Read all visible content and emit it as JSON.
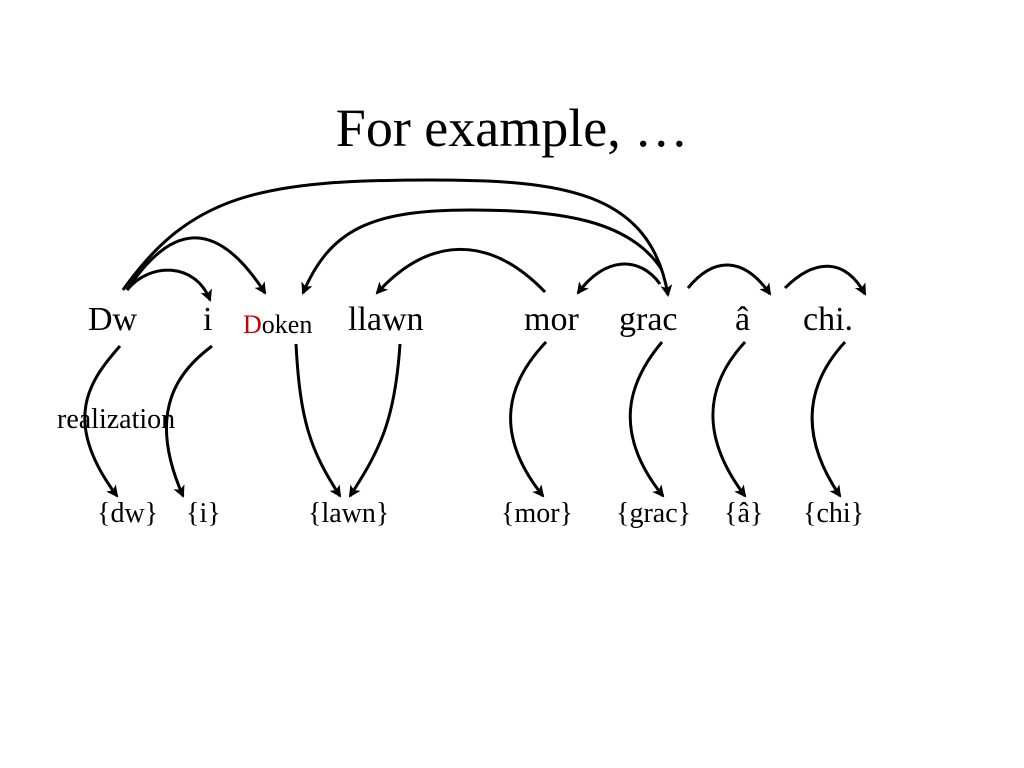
{
  "slide": {
    "title": "For example, …"
  },
  "words": [
    {
      "id": "w1",
      "text": "Dw"
    },
    {
      "id": "w2",
      "text": "i"
    },
    {
      "id": "w3",
      "text_red": "D",
      "text_rest": "oken"
    },
    {
      "id": "w4",
      "text": "llawn"
    },
    {
      "id": "w5",
      "text": "mor"
    },
    {
      "id": "w6",
      "text": "grac"
    },
    {
      "id": "w7",
      "text": "â"
    },
    {
      "id": "w8",
      "text": "chi."
    }
  ],
  "lexemes": [
    "{dw}",
    "{i}",
    "{lawn}",
    "{mor}",
    "{grac}",
    "{â}",
    "{chi}"
  ],
  "realization_label": "realization",
  "dependencies": [
    {
      "from": "Dw",
      "to": "i"
    },
    {
      "from": "Dw",
      "to": "Doken"
    },
    {
      "from": "Dw",
      "to": "grac"
    },
    {
      "from": "grac",
      "to": "Doken"
    },
    {
      "from": "mor",
      "to": "llawn"
    },
    {
      "from": "grac",
      "to": "mor"
    },
    {
      "from": "grac",
      "to": "â"
    },
    {
      "from": "â",
      "to": "chi."
    }
  ],
  "realizations": [
    {
      "from": "Dw",
      "to": "{dw}"
    },
    {
      "from": "i",
      "to": "{i}"
    },
    {
      "from": "Doken",
      "to": "{lawn}"
    },
    {
      "from": "llawn",
      "to": "{lawn}"
    },
    {
      "from": "mor",
      "to": "{mor}"
    },
    {
      "from": "grac",
      "to": "{grac}"
    },
    {
      "from": "â",
      "to": "{â}"
    },
    {
      "from": "chi.",
      "to": "{chi}"
    }
  ]
}
